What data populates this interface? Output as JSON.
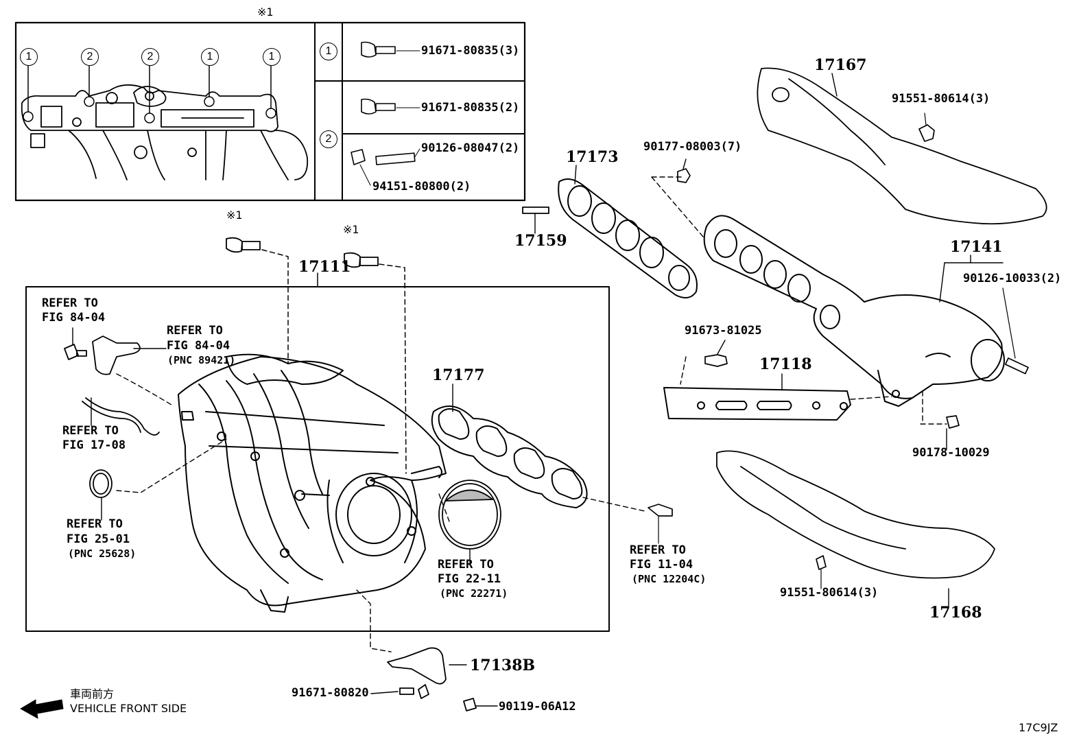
{
  "inset": {
    "note_mark": "※1",
    "rows": [
      {
        "symbol": "1",
        "parts": [
          "91671-80835(3)"
        ]
      },
      {
        "symbol": "2",
        "parts": [
          "91671-80835(2)",
          "90126-08047(2)",
          "94151-80800(2)"
        ]
      }
    ],
    "callouts": [
      "1",
      "2",
      "2",
      "1",
      "1"
    ]
  },
  "marks": {
    "m1": "※1",
    "m2": "※1"
  },
  "parts": {
    "p17167": "17167",
    "p17173": "17173",
    "p17159": "17159",
    "p17111": "17111",
    "p17177": "17177",
    "p17141": "17141",
    "p17118": "17118",
    "p17168": "17168",
    "p17138B": "17138B",
    "p91551a": "91551-80614(3)",
    "p90177": "90177-08003(7)",
    "p90126b": "90126-10033(2)",
    "p91673": "91673-81025",
    "p90178": "90178-10029",
    "p91551b": "91551-80614(3)",
    "p91671b": "91671-80820",
    "p90119": "90119-06A12"
  },
  "refs": {
    "r1": {
      "l1": "REFER TO",
      "l2": "FIG 84-04"
    },
    "r2": {
      "l1": "REFER TO",
      "l2": "FIG 84-04",
      "l3": "(PNC 89421)"
    },
    "r3": {
      "l1": "REFER TO",
      "l2": "FIG 17-08"
    },
    "r4": {
      "l1": "REFER TO",
      "l2": "FIG 25-01",
      "l3": "(PNC 25628)"
    },
    "r5": {
      "l1": "REFER TO",
      "l2": "FIG 22-11",
      "l3": "(PNC 22271)"
    },
    "r6": {
      "l1": "REFER TO",
      "l2": "FIG 11-04",
      "l3": "(PNC 12204C)"
    }
  },
  "front": {
    "jp": "車両前方",
    "en": "VEHICLE FRONT SIDE"
  },
  "diagram_code": "17C9JZ"
}
